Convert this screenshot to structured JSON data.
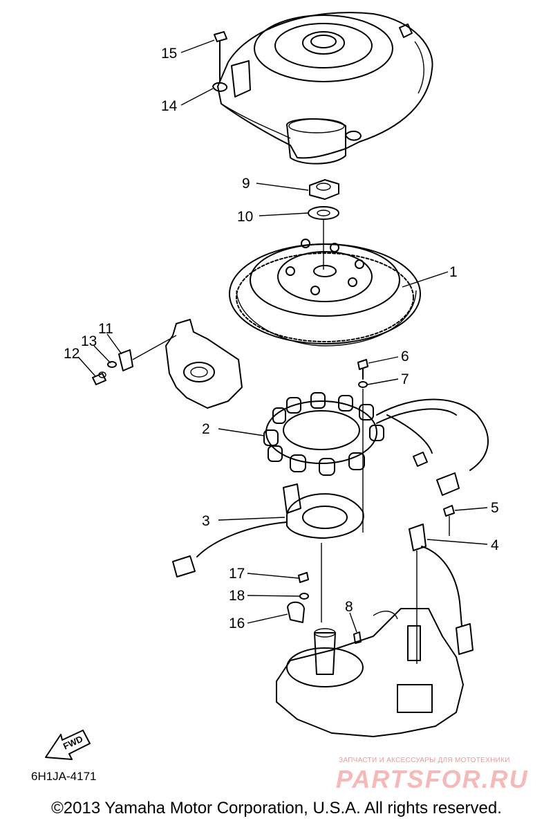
{
  "diagram": {
    "callouts": [
      {
        "id": "c1",
        "label": "1"
      },
      {
        "id": "c2",
        "label": "2"
      },
      {
        "id": "c3",
        "label": "3"
      },
      {
        "id": "c4",
        "label": "4"
      },
      {
        "id": "c5",
        "label": "5"
      },
      {
        "id": "c6",
        "label": "6"
      },
      {
        "id": "c7",
        "label": "7"
      },
      {
        "id": "c8",
        "label": "8"
      },
      {
        "id": "c9",
        "label": "9"
      },
      {
        "id": "c10",
        "label": "10"
      },
      {
        "id": "c11",
        "label": "11"
      },
      {
        "id": "c12",
        "label": "12"
      },
      {
        "id": "c13",
        "label": "13"
      },
      {
        "id": "c14",
        "label": "14"
      },
      {
        "id": "c15",
        "label": "15"
      },
      {
        "id": "c16",
        "label": "16"
      },
      {
        "id": "c17",
        "label": "17"
      },
      {
        "id": "c18",
        "label": "18"
      }
    ],
    "fwd_label": "FWD",
    "drawing_code": "6H1JA-4171"
  },
  "watermark": {
    "tagline": "ЗАПЧАСТИ И АКСЕССУАРЫ ДЛЯ МОТОТЕХНИКИ",
    "logo": "PARTSFOR.RU"
  },
  "footer": {
    "copyright": "©2013 Yamaha Motor Corporation, U.S.A. All rights reserved."
  }
}
